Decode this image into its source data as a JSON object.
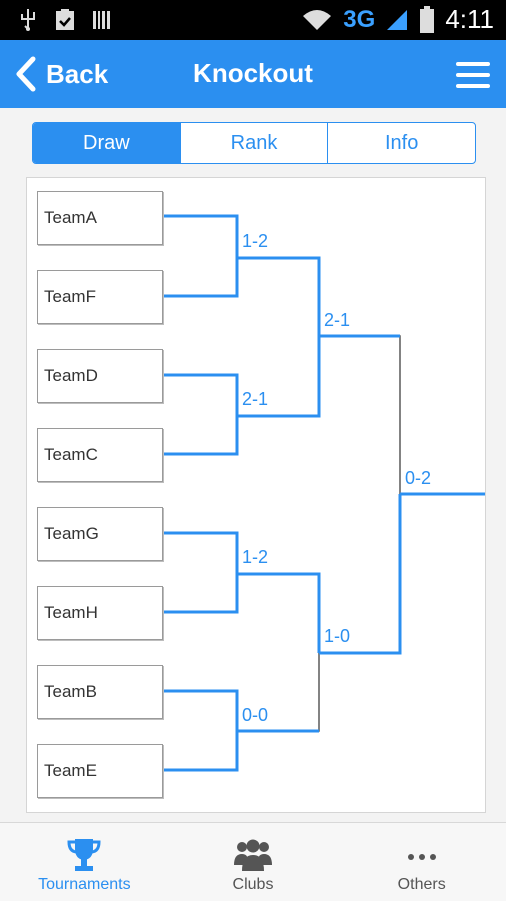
{
  "status_bar": {
    "network": "3G",
    "time": "4:11"
  },
  "header": {
    "back_label": "Back",
    "title": "Knockout"
  },
  "tabs": [
    {
      "label": "Draw",
      "active": true
    },
    {
      "label": "Rank",
      "active": false
    },
    {
      "label": "Info",
      "active": false
    }
  ],
  "bracket": {
    "teams": [
      "TeamA",
      "TeamF",
      "TeamD",
      "TeamC",
      "TeamG",
      "TeamH",
      "TeamB",
      "TeamE"
    ],
    "round1_scores": [
      "1-2",
      "2-1",
      "1-2",
      "0-0"
    ],
    "round2_scores": [
      "2-1",
      "1-0"
    ],
    "final_score": "0-2"
  },
  "bottom_nav": [
    {
      "label": "Tournaments",
      "icon": "trophy-icon",
      "active": true
    },
    {
      "label": "Clubs",
      "icon": "group-icon",
      "active": false
    },
    {
      "label": "Others",
      "icon": "more-dots-icon",
      "active": false
    }
  ],
  "colors": {
    "accent": "#2b8ff0",
    "status_bar": "#000000",
    "bracket_line": "#2b8ff0",
    "bracket_line_muted": "#5a5a5a"
  }
}
